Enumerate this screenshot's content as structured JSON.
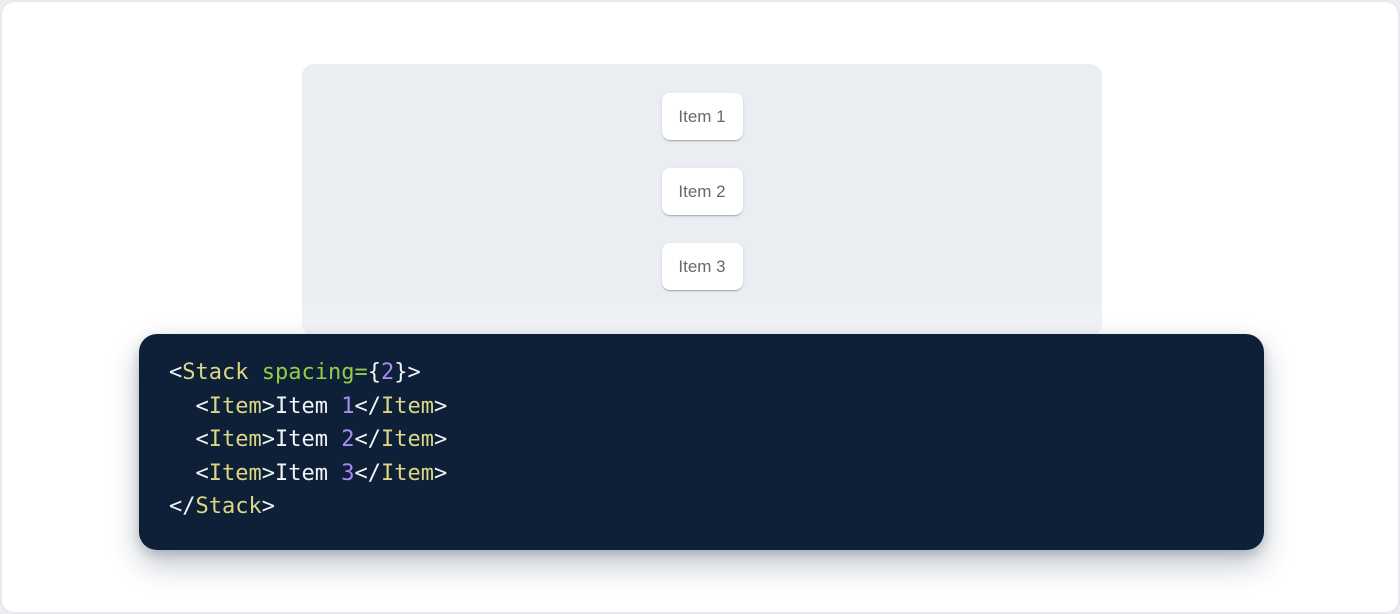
{
  "demo": {
    "items": [
      {
        "label": "Item 1"
      },
      {
        "label": "Item 2"
      },
      {
        "label": "Item 3"
      }
    ],
    "panel_background": "#eaedf2",
    "item_text_color": "#66696d"
  },
  "code": {
    "background": "#0d2038",
    "palette": {
      "tag": "#ddd784",
      "attr": "#96cc45",
      "number": "#a78bf6",
      "punct": "#f2f4f6",
      "plain": "#f2f4f6"
    },
    "source_text": "<Stack spacing={2}>\n  <Item>Item 1</Item>\n  <Item>Item 2</Item>\n  <Item>Item 3</Item>\n</Stack>",
    "lines": [
      [
        {
          "text": "<",
          "color": "punct"
        },
        {
          "text": "Stack",
          "color": "tag"
        },
        {
          "text": " ",
          "color": "plain"
        },
        {
          "text": "spacing",
          "color": "attr"
        },
        {
          "text": "=",
          "color": "attr"
        },
        {
          "text": "{",
          "color": "punct"
        },
        {
          "text": "2",
          "color": "number"
        },
        {
          "text": "}",
          "color": "punct"
        },
        {
          "text": ">",
          "color": "punct"
        }
      ],
      [
        {
          "text": "  ",
          "color": "plain"
        },
        {
          "text": "<",
          "color": "punct"
        },
        {
          "text": "Item",
          "color": "tag"
        },
        {
          "text": ">",
          "color": "punct"
        },
        {
          "text": "Item ",
          "color": "plain"
        },
        {
          "text": "1",
          "color": "number"
        },
        {
          "text": "</",
          "color": "punct"
        },
        {
          "text": "Item",
          "color": "tag"
        },
        {
          "text": ">",
          "color": "punct"
        }
      ],
      [
        {
          "text": "  ",
          "color": "plain"
        },
        {
          "text": "<",
          "color": "punct"
        },
        {
          "text": "Item",
          "color": "tag"
        },
        {
          "text": ">",
          "color": "punct"
        },
        {
          "text": "Item ",
          "color": "plain"
        },
        {
          "text": "2",
          "color": "number"
        },
        {
          "text": "</",
          "color": "punct"
        },
        {
          "text": "Item",
          "color": "tag"
        },
        {
          "text": ">",
          "color": "punct"
        }
      ],
      [
        {
          "text": "  ",
          "color": "plain"
        },
        {
          "text": "<",
          "color": "punct"
        },
        {
          "text": "Item",
          "color": "tag"
        },
        {
          "text": ">",
          "color": "punct"
        },
        {
          "text": "Item ",
          "color": "plain"
        },
        {
          "text": "3",
          "color": "number"
        },
        {
          "text": "</",
          "color": "punct"
        },
        {
          "text": "Item",
          "color": "tag"
        },
        {
          "text": ">",
          "color": "punct"
        }
      ],
      [
        {
          "text": "</",
          "color": "punct"
        },
        {
          "text": "Stack",
          "color": "tag"
        },
        {
          "text": ">",
          "color": "punct"
        }
      ]
    ]
  }
}
